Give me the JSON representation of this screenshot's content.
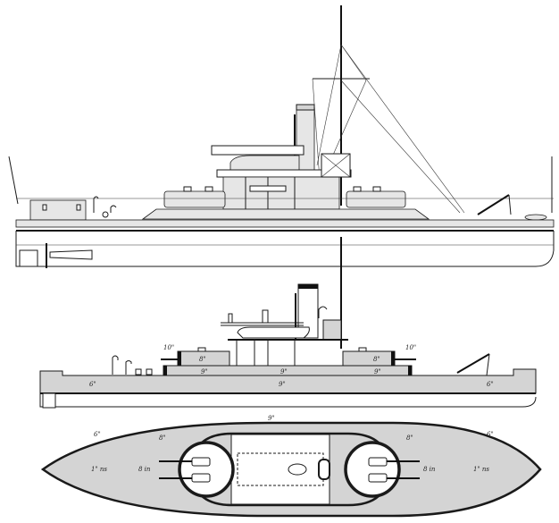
{
  "figure": {
    "description": "Warship plans: profile, armour profile and armour plan",
    "colors": {
      "ink": "#1a1a1a",
      "armour_shade": "#d4d4d4",
      "paper": "#ffffff"
    }
  },
  "armour_profile": {
    "labels": {
      "turret_fwd": "10\"",
      "turret_aft": "10\"",
      "barbette_fwd": "8\"",
      "barbette_aft": "8\"",
      "redoubt_fwd": "9\"",
      "redoubt_mid": "9\"",
      "redoubt_aft": "9\"",
      "belt_mid": "9\"",
      "belt_fwd": "6\"",
      "belt_aft": "6\""
    }
  },
  "armour_plan": {
    "labels": {
      "belt_top": "9\"",
      "belt_bow": "6\"",
      "belt_stern": "6\"",
      "barbette_fwd": "8\"",
      "barbette_aft": "8\"",
      "deck_fwd": "8 in",
      "deck_aft": "8 in",
      "end_fwd": "1\" ns",
      "end_aft": "1\" ns"
    }
  }
}
